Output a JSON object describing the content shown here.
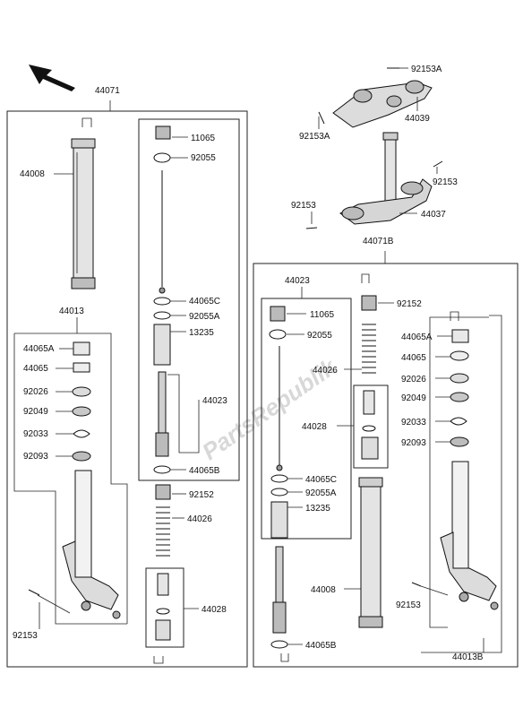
{
  "watermark": "PartsRepublik",
  "labels": {
    "l44071": "44071",
    "l44071B": "44071B",
    "l44008_a": "44008",
    "l44013": "44013",
    "l44065A_a": "44065A",
    "l44065_a": "44065",
    "l92026_a": "92026",
    "l92049_a": "92049",
    "l92033_a": "92033",
    "l92093_a": "92093",
    "l92153_a": "92153",
    "l11065_a": "11065",
    "l92055_a": "92055",
    "l44065C_a": "44065C",
    "l92055A_a": "92055A",
    "l13235_a": "13235",
    "l44023_a": "44023",
    "l44065B_a": "44065B",
    "l92152_a": "92152",
    "l44026_a": "44026",
    "l44028_a": "44028",
    "l92153A_top": "92153A",
    "l92153A_left": "92153A",
    "l44039": "44039",
    "l92153_b": "92153",
    "l92153_c": "92153",
    "l44037": "44037",
    "l44023_b": "44023",
    "l11065_b": "11065",
    "l92055_b": "92055",
    "l92152_b": "92152",
    "l44026_b": "44026",
    "l44028_b": "44028",
    "l44065C_b": "44065C",
    "l92055A_b": "92055A",
    "l13235_b": "13235",
    "l44008_b": "44008",
    "l44065B_b": "44065B",
    "l44065A_b": "44065A",
    "l44065_b": "44065",
    "l92026_b": "92026",
    "l92049_b": "92049",
    "l92033_b": "92033",
    "l92093_b": "92093",
    "l92153_d": "92153",
    "l44013B": "44013B"
  }
}
